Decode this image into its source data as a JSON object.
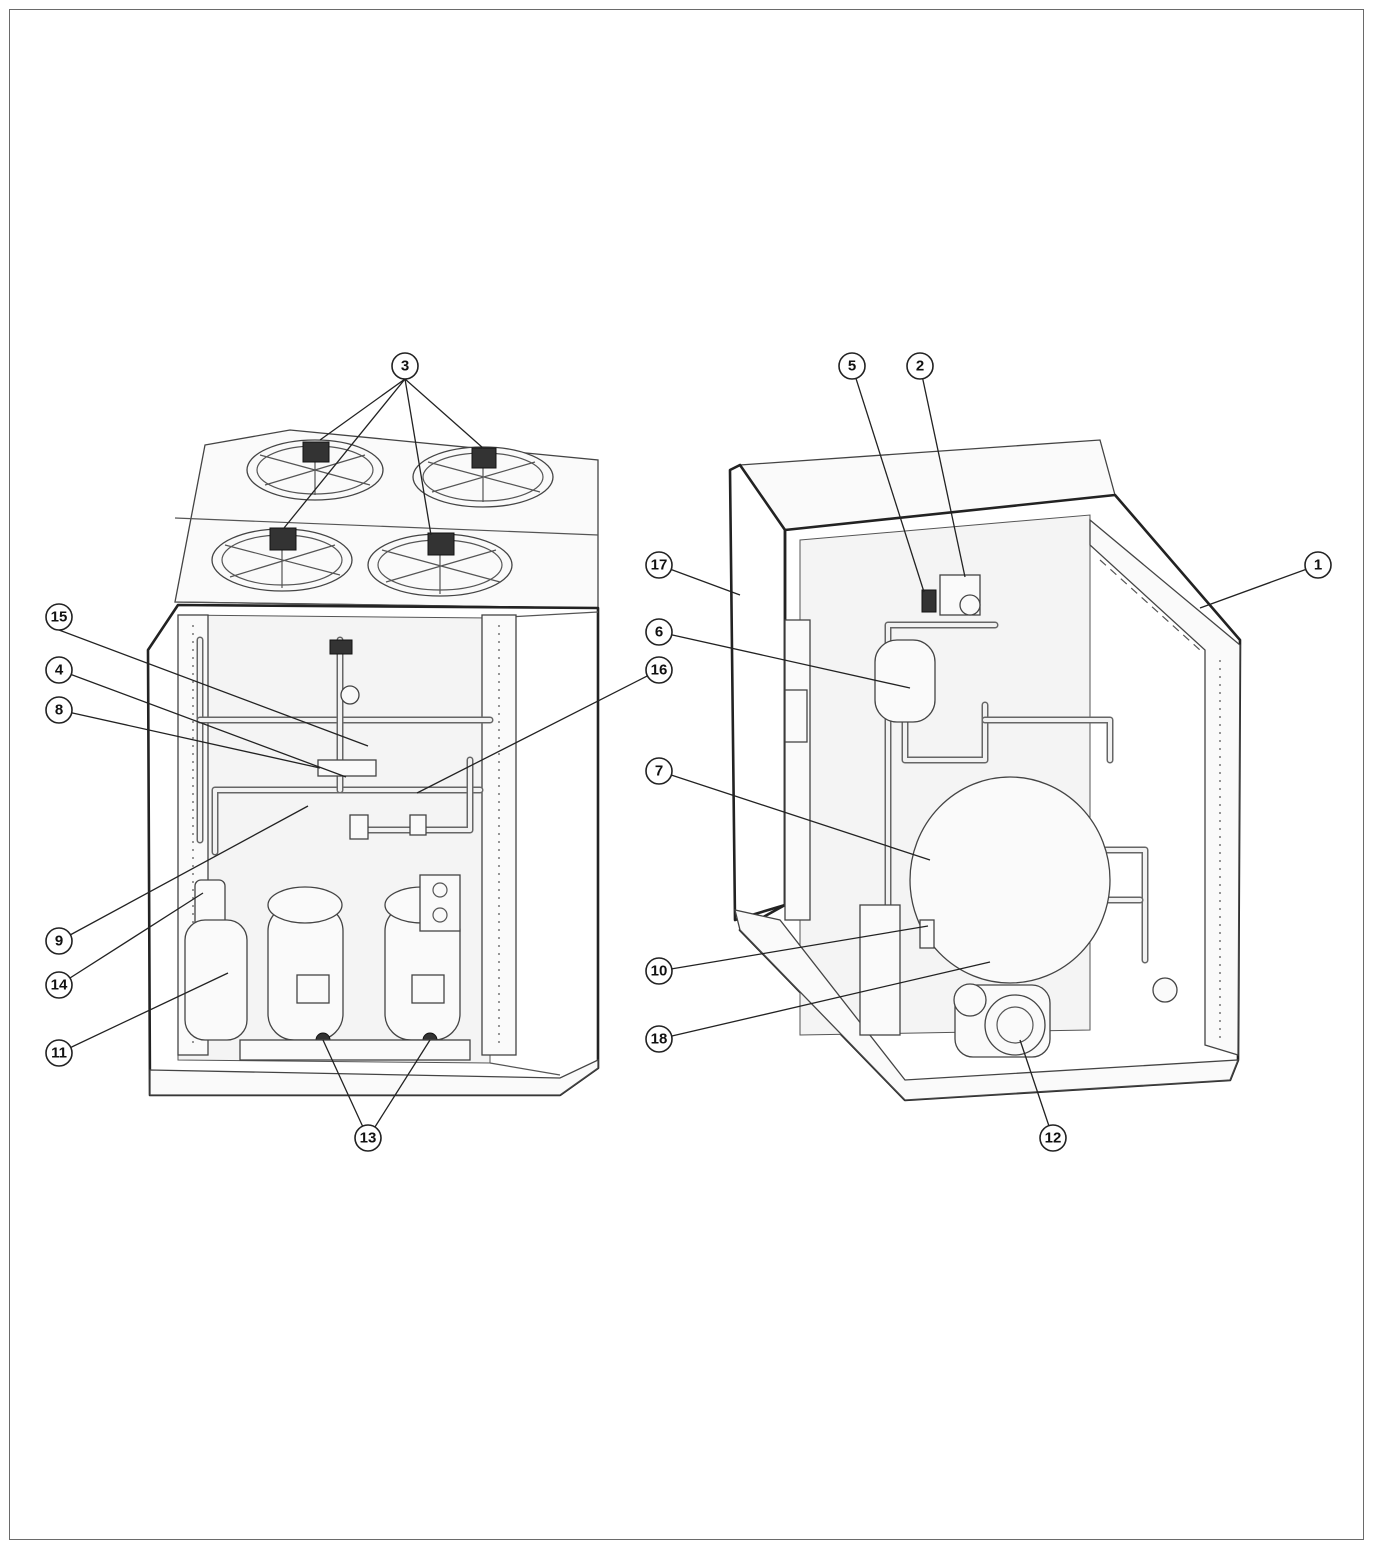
{
  "callouts": [
    {
      "id": "c1",
      "label": "1"
    },
    {
      "id": "c2",
      "label": "2"
    },
    {
      "id": "c3",
      "label": "3"
    },
    {
      "id": "c4",
      "label": "4"
    },
    {
      "id": "c5",
      "label": "5"
    },
    {
      "id": "c6",
      "label": "6"
    },
    {
      "id": "c7",
      "label": "7"
    },
    {
      "id": "c8",
      "label": "8"
    },
    {
      "id": "c9",
      "label": "9"
    },
    {
      "id": "c10",
      "label": "10"
    },
    {
      "id": "c11",
      "label": "11"
    },
    {
      "id": "c12",
      "label": "12"
    },
    {
      "id": "c13",
      "label": "13"
    },
    {
      "id": "c14",
      "label": "14"
    },
    {
      "id": "c15",
      "label": "15"
    },
    {
      "id": "c16",
      "label": "16"
    },
    {
      "id": "c17",
      "label": "17"
    },
    {
      "id": "c18",
      "label": "18"
    }
  ],
  "colors": {
    "line": "#222222",
    "panel": "#f4f4f4",
    "background": "#ffffff"
  }
}
